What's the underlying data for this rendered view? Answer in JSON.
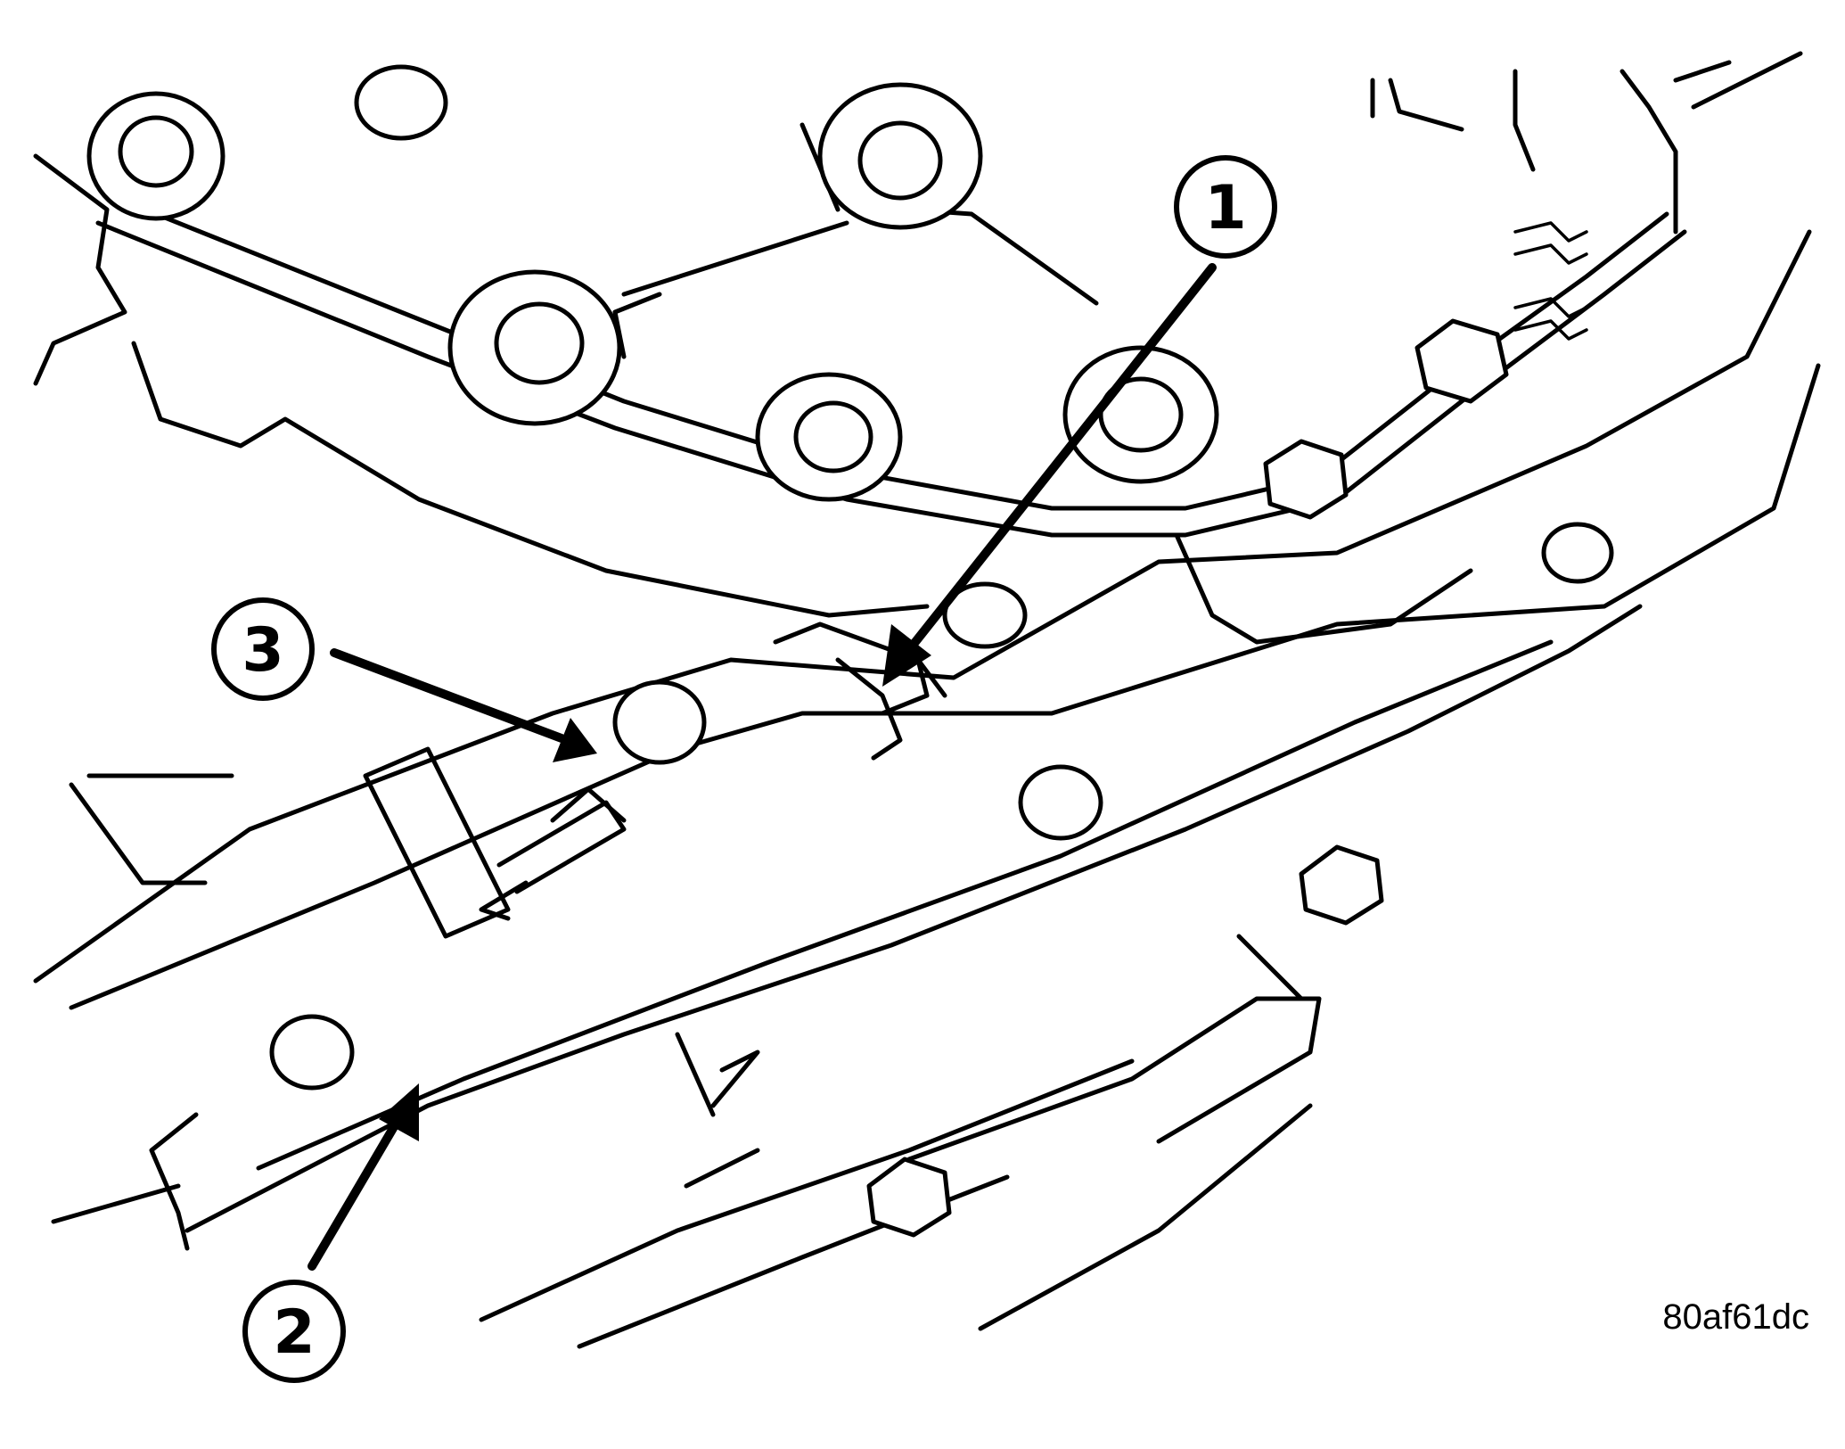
{
  "callouts": [
    {
      "id": "1",
      "label": "1"
    },
    {
      "id": "2",
      "label": "2"
    },
    {
      "id": "3",
      "label": "3"
    }
  ],
  "figure_code": "80af61dc",
  "colors": {
    "line": "#000000",
    "background": "#ffffff"
  }
}
